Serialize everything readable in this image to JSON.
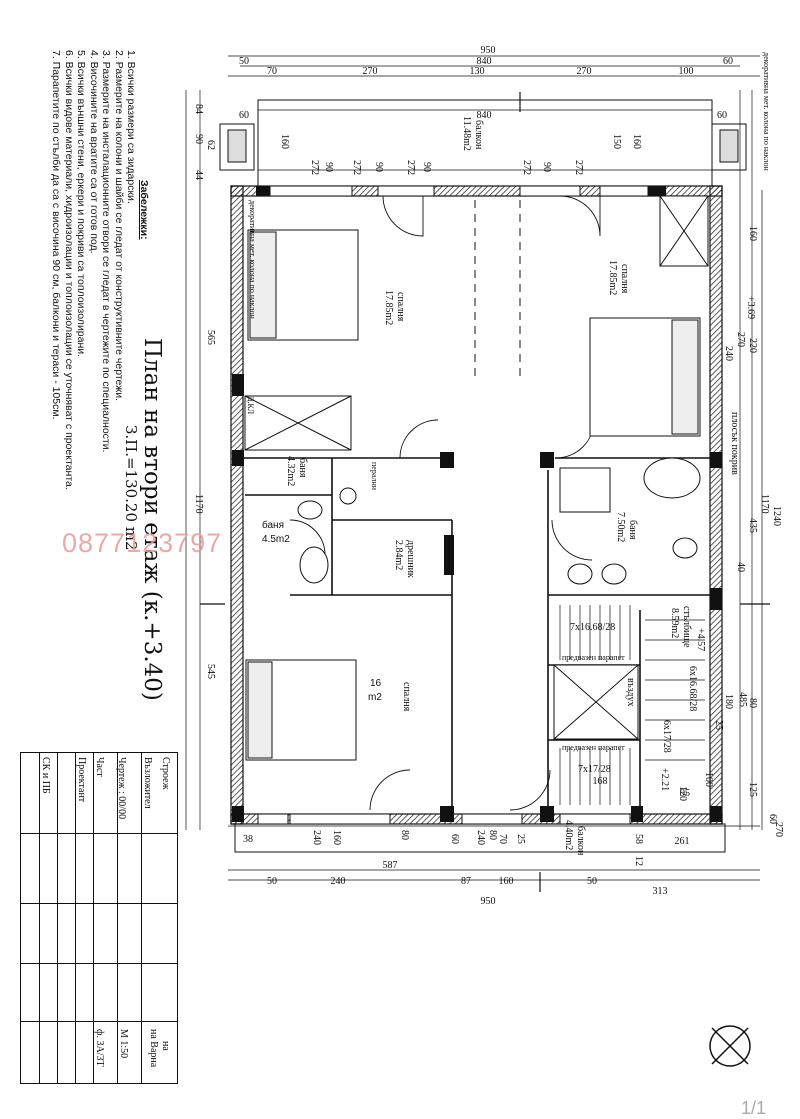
{
  "notes": {
    "title": "Забележки:",
    "items": [
      "1. Всички размери са зидарски.",
      "2. Размерите на колони и шайби се гледат от конструктивните чертежи.",
      "3. Размерите на инсталационните отвори се гледат в чертежите по специалности.",
      "4. Височините на вратите са от готов под.",
      "5. Всички външни стени, еркери и покриви са топлоизолирани.",
      "6. Всички видове материали, хидроизолации и топлоизолации се уточняват с проектанта.",
      "7. Парапетите по стълби да са с височина 90 см, балкони и тераси - 105см."
    ]
  },
  "plan": {
    "title": "План на втори етаж (к.+3.40)",
    "area": "З.П.=130.20 m2",
    "watermark": "0877123797"
  },
  "rooms": {
    "bed_left": {
      "name": "спалня",
      "area": "17.85m2"
    },
    "bed_right": {
      "name": "спалня",
      "area": "17.85m2"
    },
    "bath_top": {
      "name": "баня",
      "area": "4.32m2"
    },
    "bath_hand": {
      "name": "баня",
      "area": "4.5m2"
    },
    "closet": {
      "name": "дрешник",
      "area": "2.84m2"
    },
    "bed_bottom": {
      "name": "спалня",
      "line1": "16",
      "line2": "m2"
    },
    "bath_big": {
      "name": "баня",
      "area": "7.50m2"
    },
    "stairs": {
      "name": "стълбище",
      "area": "8.59m2"
    },
    "balcony_top": {
      "name": "балкон",
      "area": "11.48m2"
    },
    "balcony_bottom": {
      "name": "балкон",
      "area": "4.40m2"
    },
    "vazduh": "въздух",
    "plosak": "плосък покрив",
    "utility": "перални"
  },
  "labels": {
    "dkl": "Д.КЛ",
    "deco_col": "декоративна мет. колона по наклон",
    "deco_col_right": "декоративна мет. колона по наклон",
    "parapet1": "предвазен парапет",
    "parapet2": "предвазен парапет",
    "steps1": "7x16.68/28",
    "steps2": "6x16.68/28",
    "steps3": "6x17/28",
    "steps4": "7x17/28",
    "lvl1": "+4.57",
    "lvl2": "+2.21",
    "lvl3": "+3.69"
  },
  "dims": {
    "top": [
      "950",
      "840",
      "50",
      "70",
      "270",
      "130",
      "270",
      "100",
      "60",
      "60",
      "840",
      "60"
    ],
    "top_inner": [
      "272",
      "90",
      "272",
      "90",
      "272",
      "90",
      "272",
      "90",
      "272",
      "150",
      "160",
      "160"
    ],
    "bottom": [
      "50",
      "240",
      "587",
      "87",
      "160",
      "50",
      "313",
      "950",
      "38",
      "240",
      "160",
      "80",
      "60",
      "240",
      "80",
      "70",
      "25",
      "58",
      "12",
      "261",
      "168"
    ],
    "left": [
      "84",
      "90",
      "62",
      "44",
      "565",
      "1170",
      "545"
    ],
    "right": [
      "160",
      "270",
      "240",
      "220",
      "435",
      "1170",
      "1240",
      "180",
      "485",
      "80",
      "125",
      "100",
      "95",
      "120",
      "25",
      "40",
      "60",
      "270"
    ]
  },
  "titleblock": {
    "rows": [
      "Строеж",
      "Възложител",
      "Чертеж : 00/00",
      "Част",
      "Проектант",
      "СК и ПБ"
    ],
    "right": [
      "на",
      "на Варна",
      "М 1:50",
      "ф. ЗА/ЗТ"
    ]
  },
  "pager": "1/1",
  "colors": {
    "wall": "#111111",
    "hatch": "#555555",
    "watermark": "#e89a9a",
    "fixture": "#333333"
  }
}
